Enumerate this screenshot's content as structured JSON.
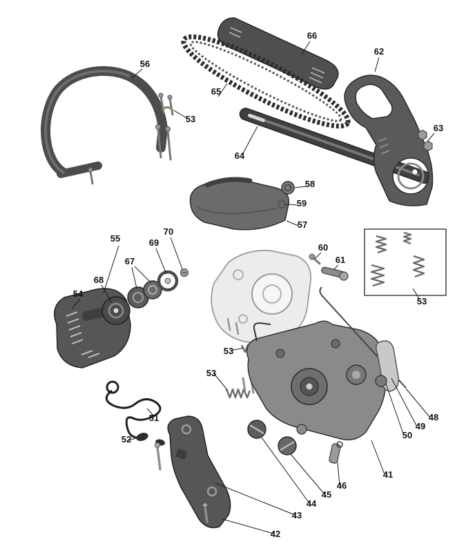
{
  "diagram": {
    "kind": "exploded-parts-diagram",
    "subject": "chainsaw",
    "labels": [
      {
        "text": "56"
      },
      {
        "text": "66"
      },
      {
        "text": "62"
      },
      {
        "text": "65"
      },
      {
        "text": "53"
      },
      {
        "text": "63"
      },
      {
        "text": "64"
      },
      {
        "text": "58"
      },
      {
        "text": "59"
      },
      {
        "text": "57"
      },
      {
        "text": "70"
      },
      {
        "text": "69"
      },
      {
        "text": "55"
      },
      {
        "text": "67"
      },
      {
        "text": "60"
      },
      {
        "text": "61"
      },
      {
        "text": "68"
      },
      {
        "text": "54"
      },
      {
        "text": "53"
      },
      {
        "text": "53"
      },
      {
        "text": "53"
      },
      {
        "text": "51"
      },
      {
        "text": "52"
      },
      {
        "text": "48"
      },
      {
        "text": "49"
      },
      {
        "text": "50"
      },
      {
        "text": "41"
      },
      {
        "text": "46"
      },
      {
        "text": "45"
      },
      {
        "text": "44"
      },
      {
        "text": "43"
      },
      {
        "text": "42"
      }
    ]
  }
}
